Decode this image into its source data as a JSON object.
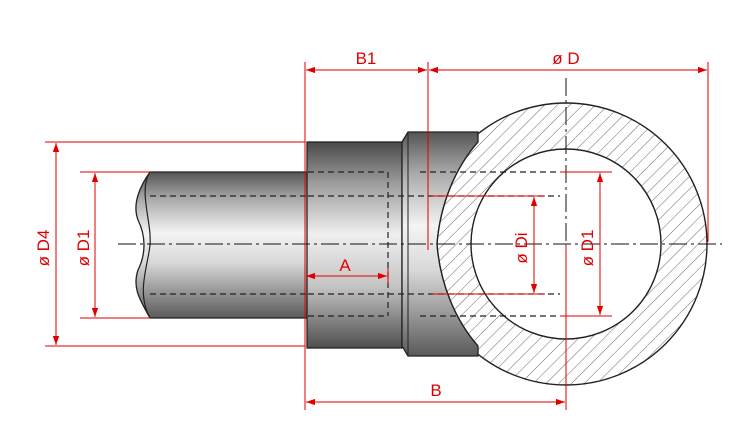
{
  "colors": {
    "dimension": "#e00000",
    "outline": "#222222",
    "metal_light": "#f2f2f2",
    "metal_dark": "#7a7a7a",
    "hatch": "#666666"
  },
  "labels": {
    "b1": "B1",
    "od": "ø D",
    "od4": "ø D4",
    "od1_left": "ø D1",
    "a": "A",
    "odi": "ø Di",
    "od1_right": "ø D1",
    "b": "B"
  }
}
